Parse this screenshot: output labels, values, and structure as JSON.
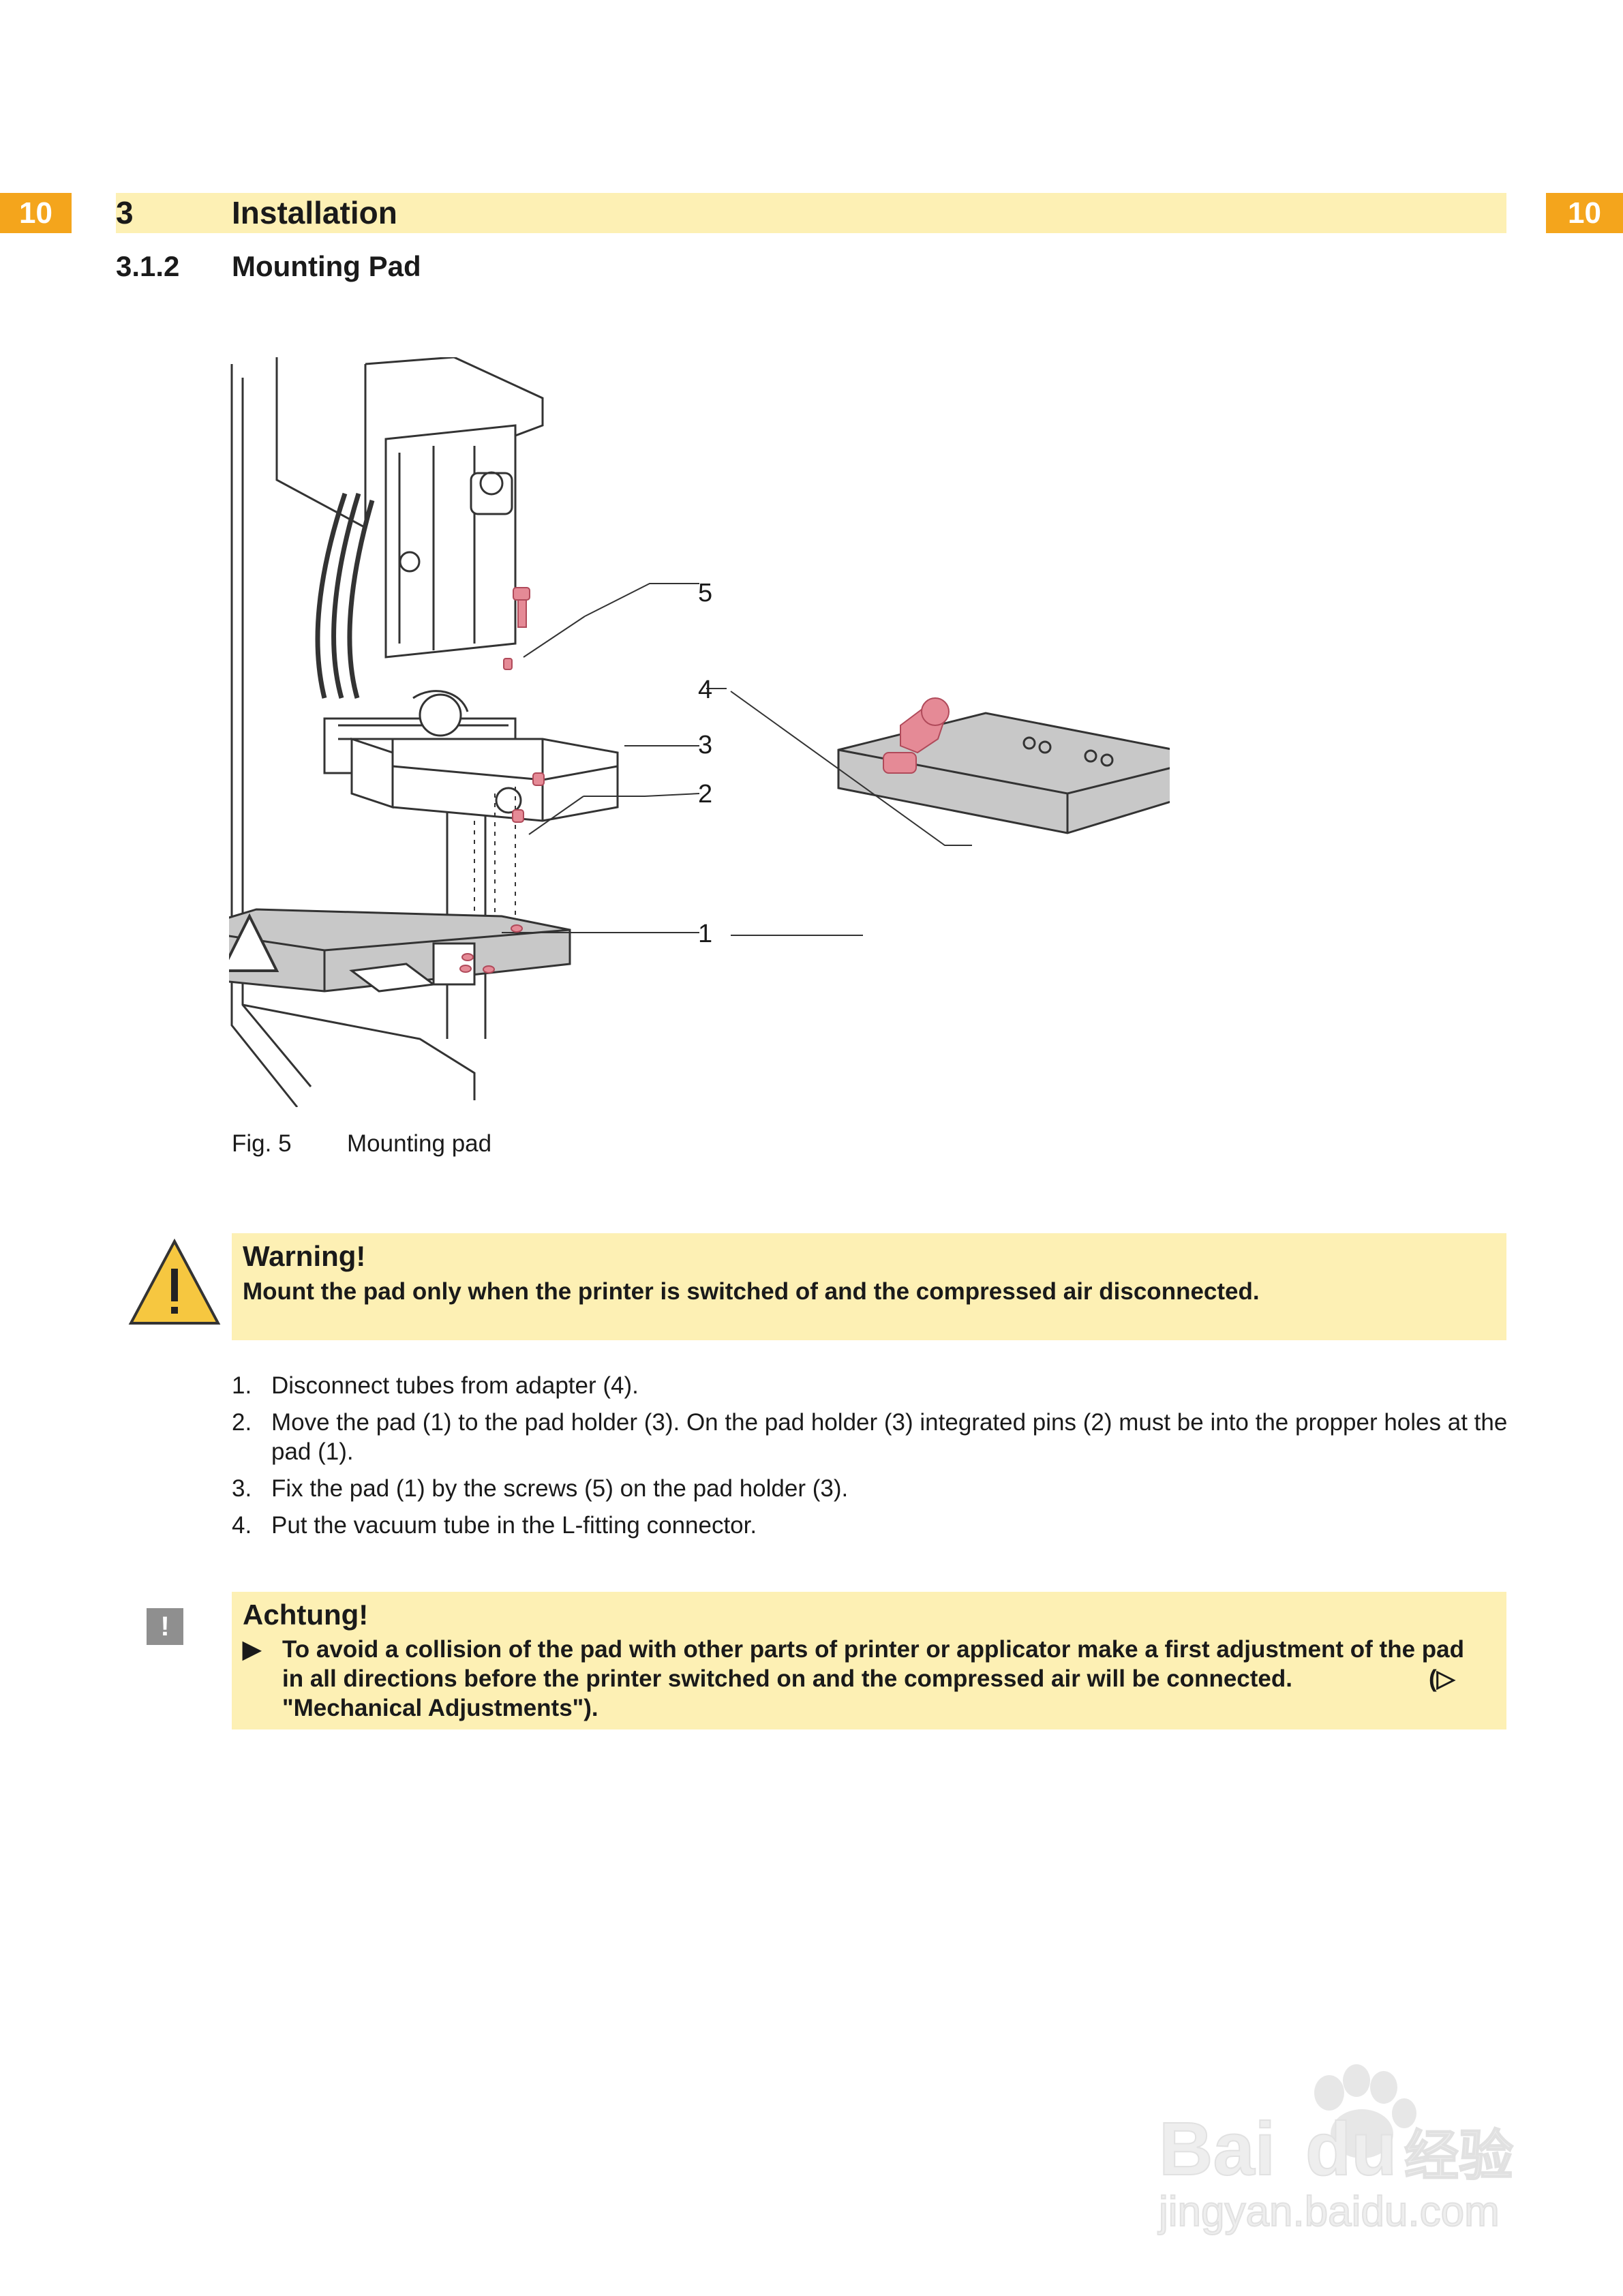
{
  "page": {
    "number_left": "10",
    "number_right": "10"
  },
  "header": {
    "section_num": "3",
    "section_title": "Installation"
  },
  "subsection": {
    "num": "3.1.2",
    "title": "Mounting Pad"
  },
  "figure": {
    "callouts": [
      "5",
      "4",
      "3",
      "2",
      "1"
    ],
    "caption_num": "Fig. 5",
    "caption_text": "Mounting pad"
  },
  "warning": {
    "title": "Warning!",
    "text": "Mount the pad only when the printer is switched of and the compressed air disconnected."
  },
  "steps": [
    {
      "num": "1.",
      "text": "Disconnect tubes from adapter (4)."
    },
    {
      "num": "2.",
      "text": "Move the pad (1) to the pad holder (3). On the pad holder (3) integrated pins (2) must be into the propper holes at the pad (1)."
    },
    {
      "num": "3.",
      "text": "Fix the pad (1) by the screws (5) on the pad holder (3)."
    },
    {
      "num": "4.",
      "text": "Put the vacuum tube in the L-fitting connector."
    }
  ],
  "achtung": {
    "title": "Achtung!",
    "icon_text": "!",
    "bullet": "▶",
    "line1": "To avoid a collision of the pad with other parts of printer or applicator make a first adjustment of the pad",
    "line2": "in all directions before the printer switched on and the compressed air will be connected.",
    "line2_end": "(▷",
    "line3": "\"Mechanical Adjustments\")."
  },
  "watermark": {
    "brand": "Bai",
    "brand2": "du",
    "cn": "经验",
    "url": "jingyan.baidu.com"
  },
  "colors": {
    "orange": "#f4a51c",
    "header_yellow": "#fdf0b4",
    "pink": "#e58a96",
    "pad_gray": "#c8c8c8"
  }
}
